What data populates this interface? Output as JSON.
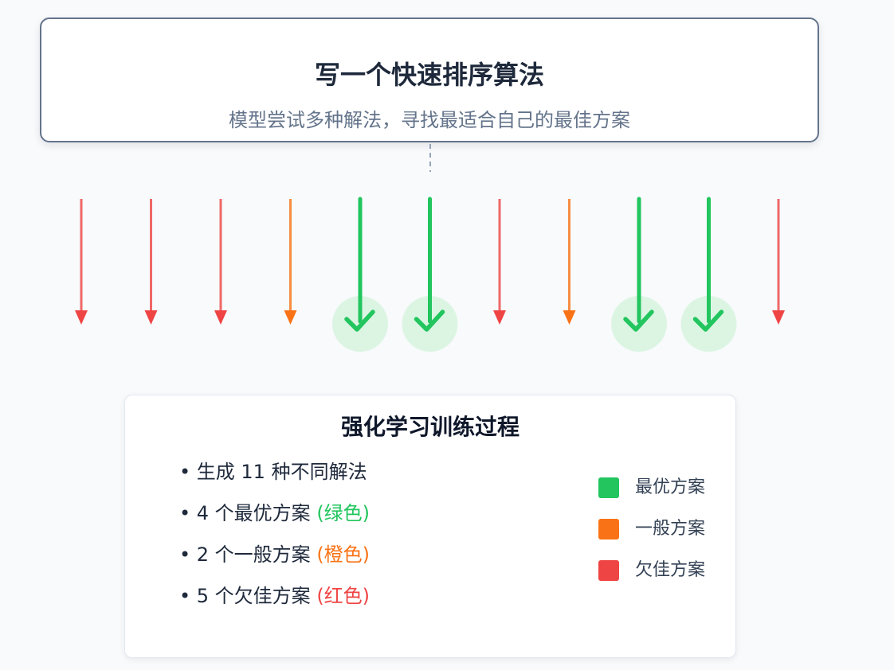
{
  "header": {
    "title": "写一个快速排序算法",
    "subtitle": "模型尝试多种解法，寻找最适合自己的最佳方案"
  },
  "attempts": [
    {
      "quality": "poor"
    },
    {
      "quality": "poor"
    },
    {
      "quality": "poor"
    },
    {
      "quality": "average"
    },
    {
      "quality": "best"
    },
    {
      "quality": "best"
    },
    {
      "quality": "poor"
    },
    {
      "quality": "average"
    },
    {
      "quality": "best"
    },
    {
      "quality": "best"
    },
    {
      "quality": "poor"
    }
  ],
  "colors": {
    "best": "#22c55e",
    "average": "#f97316",
    "poor": "#ef4444",
    "connector": "#94a3b8",
    "check_bg": "#dcf5e3"
  },
  "icons": {
    "best": "checkmark-icon"
  },
  "summary": {
    "title": "强化学习训练过程",
    "bullets": [
      {
        "dot": "•",
        "text": " 生成 11 种不同解法",
        "tag": ""
      },
      {
        "dot": "•",
        "text": " 4 个最优方案 ",
        "tag": "(绿色)",
        "tag_color": "#22c55e"
      },
      {
        "dot": "•",
        "text": " 2 个一般方案 ",
        "tag": "(橙色)",
        "tag_color": "#f97316"
      },
      {
        "dot": "•",
        "text": " 5 个欠佳方案 ",
        "tag": "(红色)",
        "tag_color": "#ef4444"
      }
    ]
  },
  "legend": [
    {
      "label": "最优方案",
      "color": "#22c55e"
    },
    {
      "label": "一般方案",
      "color": "#f97316"
    },
    {
      "label": "欠佳方案",
      "color": "#ef4444"
    }
  ]
}
